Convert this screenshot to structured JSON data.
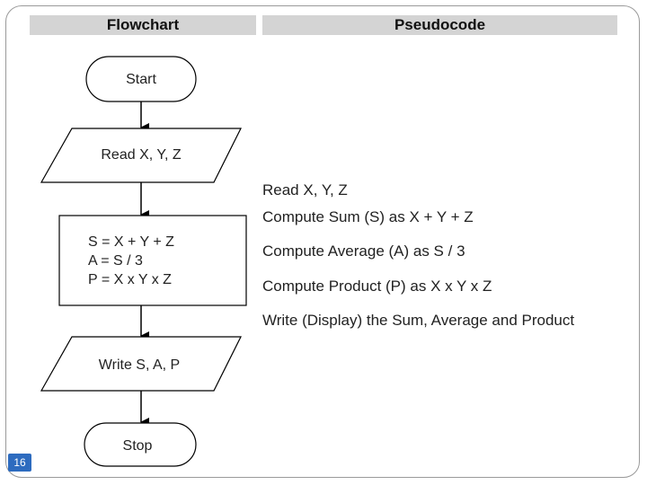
{
  "headers": {
    "flowchart": "Flowchart",
    "pseudocode": "Pseudocode"
  },
  "flowchart": {
    "start": "Start",
    "input": "Read X, Y, Z",
    "process": [
      "S = X + Y + Z",
      "A = S / 3",
      "P = X x Y x Z"
    ],
    "output": "Write S, A, P",
    "stop": "Stop"
  },
  "pseudocode": [
    "Read X, Y, Z",
    "Compute Sum (S) as X + Y + Z",
    "Compute Average (A) as S / 3",
    "Compute Product (P) as X x Y x Z",
    "Write (Display) the Sum, Average and Product"
  ],
  "slide_number": "16",
  "colors": {
    "header_bg": "#d4d4d4",
    "slide_number_bg": "#2d6bbf"
  }
}
